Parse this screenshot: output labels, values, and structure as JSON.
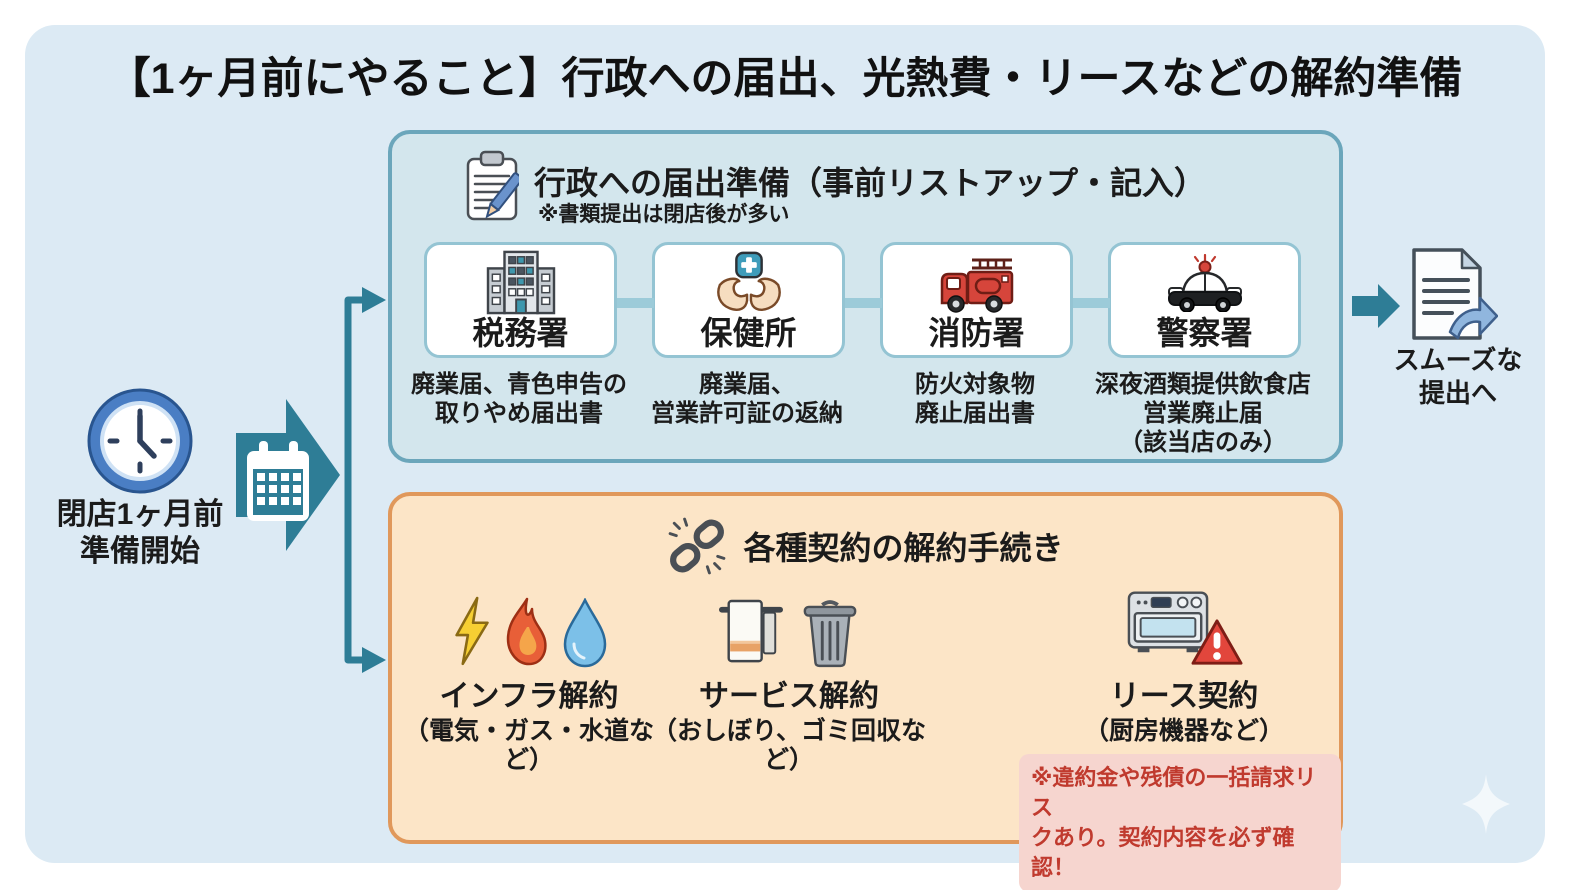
{
  "title": "【1ヶ月前にやること】行政への届出、光熱費・リースなどの解約準備",
  "start": {
    "label": "閉店1ヶ月前\n準備開始",
    "clock_icon": "clock-icon",
    "calendar_arrow_icon": "calendar-icon"
  },
  "admin_section": {
    "heading": "行政への届出準備（事前リストアップ・記入）",
    "heading_icon": "clipboard-pencil-icon",
    "note": "※書類提出は閉店後が多い",
    "offices": [
      {
        "name": "税務署",
        "icon": "government-building-icon",
        "description": "廃業届、青色申告の\n取りやめ届出書"
      },
      {
        "name": "保健所",
        "icon": "hands-medical-cross-icon",
        "description": "廃業届、\n営業許可証の返納"
      },
      {
        "name": "消防署",
        "icon": "fire-truck-icon",
        "description": "防火対象物\n廃止届出書"
      },
      {
        "name": "警察署",
        "icon": "police-car-icon",
        "description": "深夜酒類提供飲食店\n営業廃止届\n（該当店のみ）"
      }
    ],
    "outcome": {
      "label": "スムーズな\n提出へ",
      "icon": "document-submit-icon",
      "arrow_icon": "arrow-right-icon"
    }
  },
  "contracts_section": {
    "heading": "各種契約の解約手続き",
    "heading_icon": "broken-chain-icon",
    "items": [
      {
        "label": "インフラ解約",
        "sublabel": "（電気・ガス・水道など）",
        "icons": [
          "lightning-icon",
          "flame-icon",
          "water-drop-icon"
        ]
      },
      {
        "label": "サービス解約",
        "sublabel": "（おしぼり、ゴミ回収など）",
        "icons": [
          "towel-icon",
          "trash-can-icon"
        ]
      },
      {
        "label": "リース契約",
        "sublabel": "（厨房機器など）",
        "icons": [
          "oven-icon",
          "warning-triangle-icon"
        ]
      }
    ],
    "warning_note": "※違約金や残債の一括請求リス\nクあり。契約内容を必ず確認！"
  },
  "colors": {
    "canvas_bg": "#dceaf4",
    "admin_box_bg": "#d3e6ed",
    "admin_box_border": "#6ba6bb",
    "office_box_border": "#94c4d3",
    "connector": "#9ccbd9",
    "arrow_teal": "#2e7d96",
    "contracts_box_bg": "#fce5c7",
    "contracts_box_border": "#e0985b",
    "warning_bg": "#f6d5cf",
    "warning_text": "#c03a2e",
    "text": "#1b1b1b"
  }
}
